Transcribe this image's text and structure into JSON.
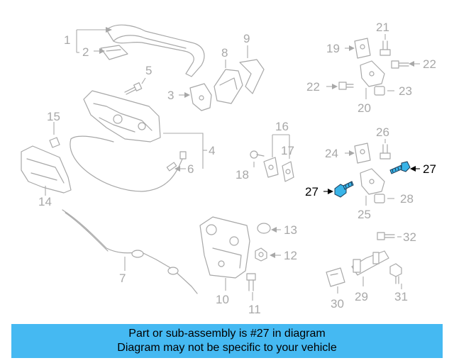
{
  "labels": {
    "l1": "1",
    "l2": "2",
    "l3": "3",
    "l4": "4",
    "l5": "5",
    "l6": "6",
    "l7": "7",
    "l8": "8",
    "l9": "9",
    "l10": "10",
    "l11": "11",
    "l12": "12",
    "l13": "13",
    "l14": "14",
    "l15": "15",
    "l16": "16",
    "l17": "17",
    "l18": "18",
    "l19": "19",
    "l20": "20",
    "l21": "21",
    "l22a": "22",
    "l22b": "22",
    "l23": "23",
    "l24": "24",
    "l25": "25",
    "l26": "26",
    "l27a": "27",
    "l27b": "27",
    "l28": "28",
    "l29": "29",
    "l30": "30",
    "l31": "31",
    "l32": "32"
  },
  "banner": {
    "line1": "Part or sub-assembly is #27 in diagram",
    "line2": "Diagram may not be specific to your vehicle"
  },
  "colors": {
    "highlight_part": "#39b4e8",
    "banner_bg": "#45b9f2",
    "line_gray": "#a8a8a8"
  }
}
